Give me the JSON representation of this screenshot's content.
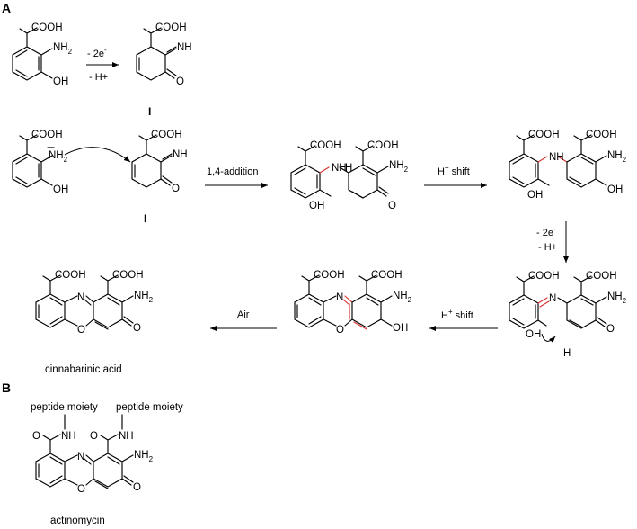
{
  "panels": {
    "a": "A",
    "b": "B"
  },
  "compound_label": "I",
  "atoms": {
    "cooh": "COOH",
    "oh": "OH",
    "nh": "NH",
    "nh2": "NH",
    "sub2": "2",
    "n": "N",
    "o": "O",
    "h": "H"
  },
  "reagents": {
    "minus_2e": "- 2e",
    "e_sup": "-",
    "minus_h": "- H+",
    "addition": "1,4-addition",
    "h_shift": "H",
    "h_shift_sup": "+",
    "h_shift_word": " shift",
    "air": "Air"
  },
  "names": {
    "cinnabarinic": "cinnabarinic acid",
    "actinomycin": "actinomycin",
    "peptide": "peptide moiety"
  }
}
